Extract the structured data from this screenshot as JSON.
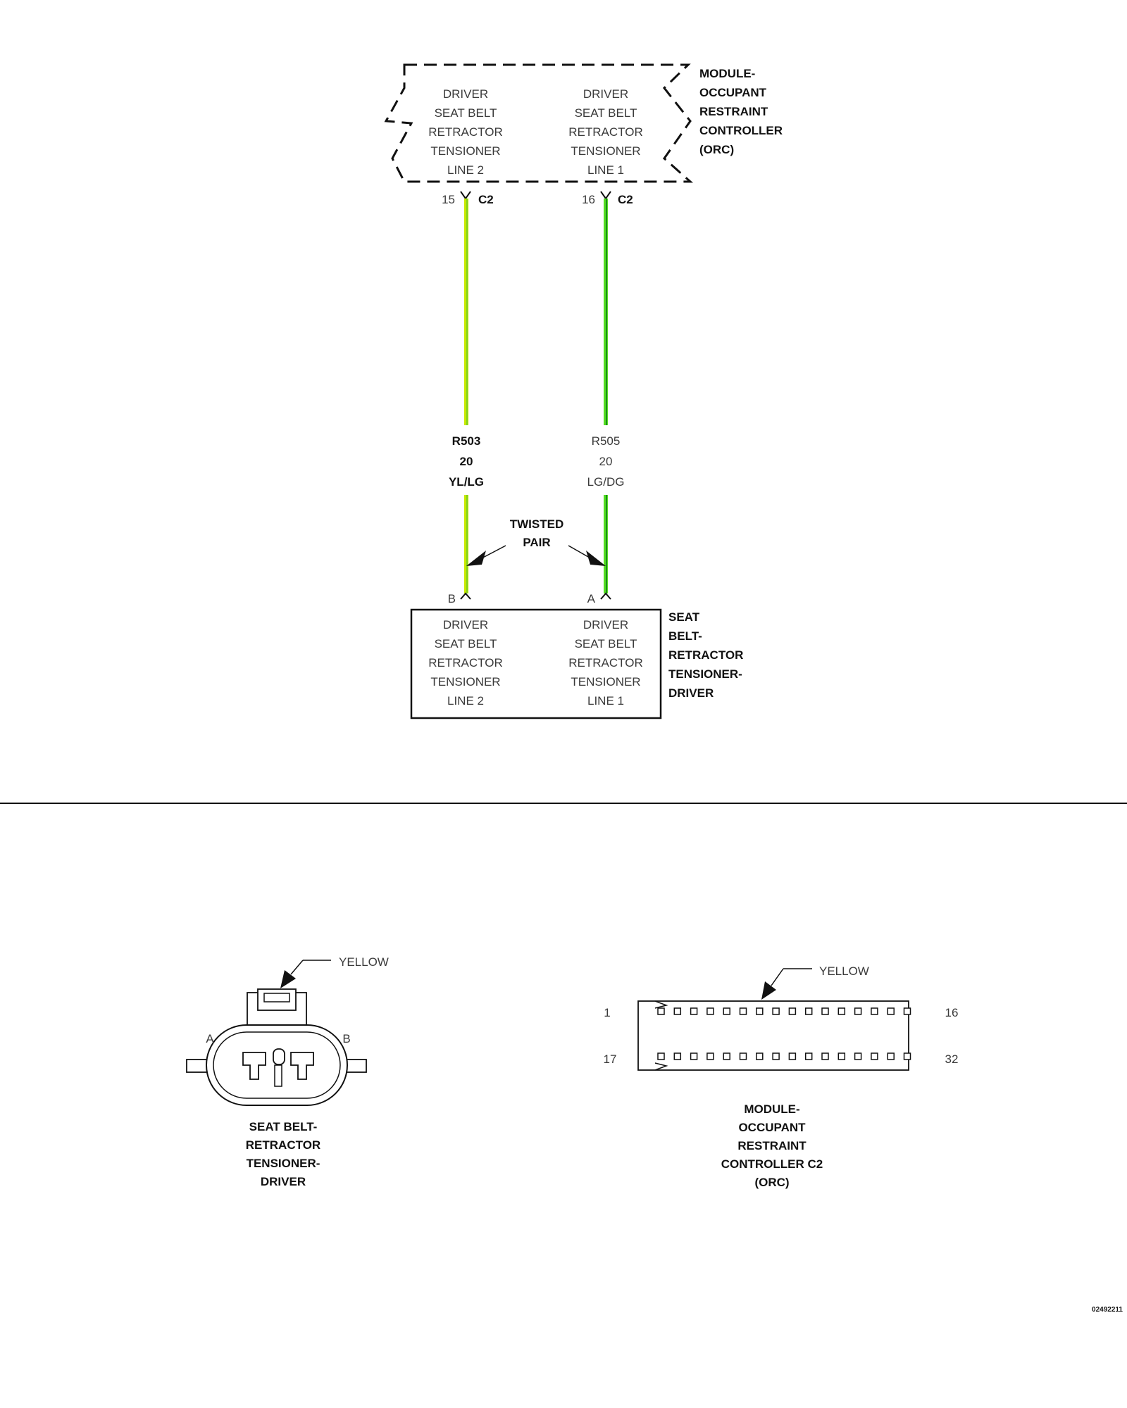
{
  "orc_module": {
    "name_lines": [
      "MODULE-",
      "OCCUPANT",
      "RESTRAINT",
      "CONTROLLER",
      "(ORC)"
    ],
    "line2_lines": [
      "DRIVER",
      "SEAT BELT",
      "RETRACTOR",
      "TENSIONER",
      "LINE 2"
    ],
    "line1_lines": [
      "DRIVER",
      "SEAT BELT",
      "RETRACTOR",
      "TENSIONER",
      "LINE 1"
    ]
  },
  "orc_pins": {
    "line2_pin": "15",
    "line1_pin": "16",
    "connector": "C2"
  },
  "wires": {
    "r503": {
      "circuit": "R503",
      "gauge": "20",
      "color_code": "YL/LG",
      "wire_color": "#c8e800",
      "stripe_color": "#7ed321"
    },
    "r505": {
      "circuit": "R505",
      "gauge": "20",
      "color_code": "LG/DG",
      "wire_color": "#55dd22",
      "stripe_color": "#1a8f1a"
    }
  },
  "twisted_pair": [
    "TWISTED",
    "PAIR"
  ],
  "tensioner_pins": {
    "line2_pin": "B",
    "line1_pin": "A"
  },
  "tensioner_module": {
    "name_lines": [
      "SEAT",
      "BELT-",
      "RETRACTOR",
      "TENSIONER-",
      "DRIVER"
    ],
    "line2_lines": [
      "DRIVER",
      "SEAT BELT",
      "RETRACTOR",
      "TENSIONER",
      "LINE 2"
    ],
    "line1_lines": [
      "DRIVER",
      "SEAT BELT",
      "RETRACTOR",
      "TENSIONER",
      "LINE 1"
    ]
  },
  "tensioner_connector": {
    "color_label": "YELLOW",
    "pin_a": "A",
    "pin_b": "B",
    "caption_lines": [
      "SEAT BELT-",
      "RETRACTOR",
      "TENSIONER-",
      "DRIVER"
    ]
  },
  "orc_connector": {
    "color_label": "YELLOW",
    "top_left_pin": "1",
    "top_right_pin": "16",
    "bottom_left_pin": "17",
    "bottom_right_pin": "32",
    "caption_lines": [
      "MODULE-",
      "OCCUPANT",
      "RESTRAINT",
      "CONTROLLER C2",
      "(ORC)"
    ]
  },
  "figure_id": "02492211"
}
